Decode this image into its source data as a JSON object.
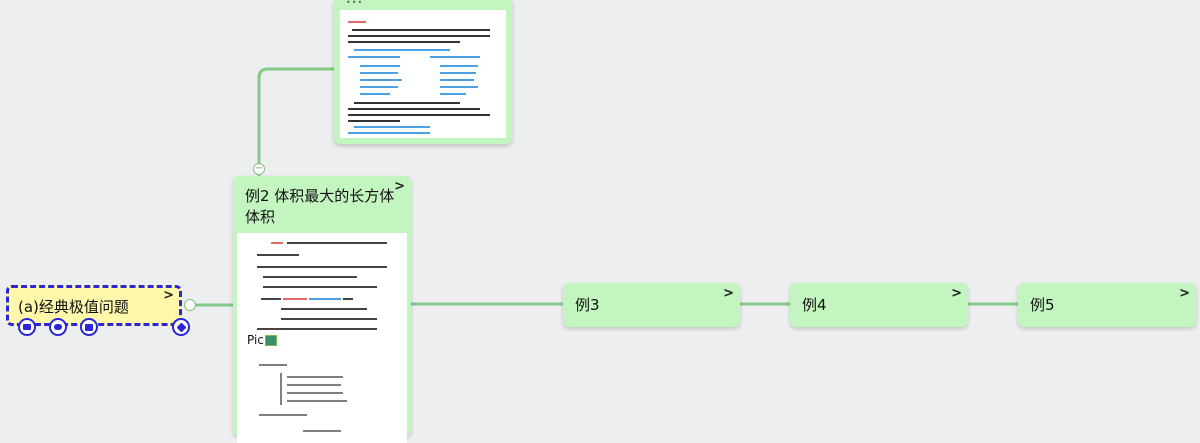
{
  "root": {
    "label": "(a)经典极值问题"
  },
  "example2": {
    "title": "例2 体积最大的长方体体积",
    "pic_label": "Pic"
  },
  "example3": {
    "title": "例3"
  },
  "example4": {
    "title": "例4"
  },
  "example5": {
    "title": "例5"
  },
  "icons": {
    "chevron": "chevron-right-icon",
    "note": "note-icon",
    "link": "link-icon",
    "attachment": "attachment-icon",
    "edit": "edit-icon",
    "collapse": "collapse-toggle-icon",
    "image": "image-icon"
  },
  "colors": {
    "node_fill": "#c3f5c0",
    "edge": "#86c987",
    "root_fill": "#fff7a9",
    "selection": "#2b27d6",
    "canvas": "#eceef0"
  }
}
